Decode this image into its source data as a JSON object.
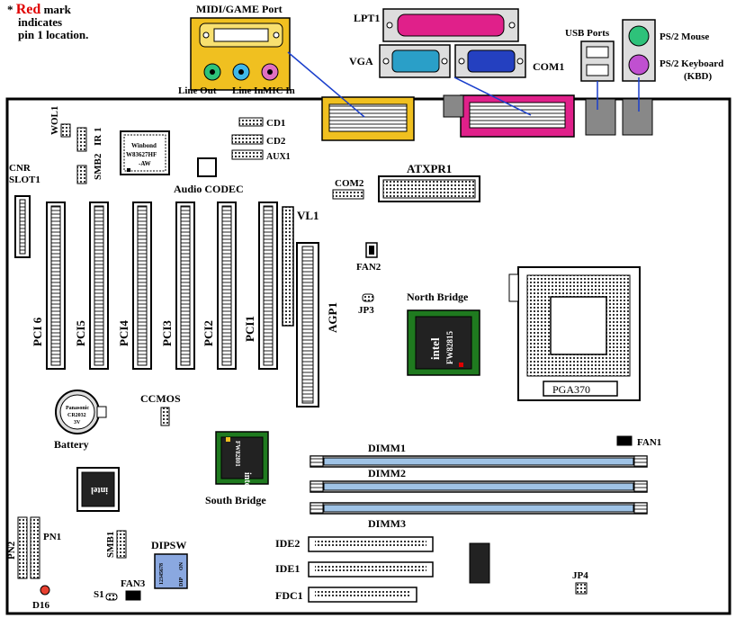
{
  "note": {
    "star": "*",
    "red_word": "Red",
    "rest1": " mark",
    "line2": "indicates",
    "line3": "pin 1 location."
  },
  "colors": {
    "red": "#e00000",
    "yellow_port": "#f0c020",
    "pink_port": "#e0208a",
    "dimm_blue": "#9fc3e6",
    "chip_green": "#1f7a1f",
    "ps2_mouse": "#2ec27a",
    "ps2_kbd": "#c050d0",
    "line_blue": "#1a3fcc"
  },
  "labels": {
    "midi": "MIDI/GAME Port",
    "line_out": "Line Out",
    "line_in": "Line In",
    "mic_in": "MIC In",
    "lpt1": "LPT1",
    "vga": "VGA",
    "com1": "COM1",
    "usb": "USB Ports",
    "ps2_mouse": "PS/2 Mouse",
    "ps2_kbd": "PS/2 Keyboard",
    "kbd": "(KBD)",
    "wol1": "WOL1",
    "ir1": "IR 1",
    "smb2": "SMB2",
    "winbond1": "Winbond",
    "winbond2": "W83627HF",
    "winbond3": "-AW",
    "cd1": "CD1",
    "cd2": "CD2",
    "aux1": "AUX1",
    "audio_codec": "Audio CODEC",
    "cnr1": "CNR",
    "cnr2": "SLOT1",
    "com2": "COM2",
    "atxpr1": "ATXPR1",
    "vl1": "VL1",
    "fan2": "FAN2",
    "jp3": "JP3",
    "north_bridge": "North Bridge",
    "nb_chip": "intel",
    "nb_model": "FW82815",
    "pci6": "PCI 6",
    "pci5": "PCI5",
    "pci4": "PCI4",
    "pci3": "PCI3",
    "pci2": "PCI2",
    "pci1": "PCI1",
    "agp1": "AGP1",
    "pga370": "PGA370",
    "ccmos": "CCMOS",
    "battery": "Battery",
    "batt_txt1": "Panasonic",
    "batt_txt2": "CR2032",
    "batt_txt3": "3V",
    "sb_chip": "intel",
    "sb_model": "FW82801",
    "south_bridge": "South Bridge",
    "flash_chip": "intel",
    "fan1": "FAN1",
    "dimm1": "DIMM1",
    "dimm2": "DIMM2",
    "dimm3": "DIMM3",
    "pn1": "PN1",
    "pn2": "PN2",
    "smb1": "SMB1",
    "dipsw": "DIPSW",
    "dip_on": "ON",
    "dip_dip": "DIP",
    "dip_nums": "12345678",
    "ide2": "IDE2",
    "ide1": "IDE1",
    "fdc1": "FDC1",
    "fan3": "FAN3",
    "s1": "S1",
    "d16": "D16",
    "jp4": "JP4"
  }
}
